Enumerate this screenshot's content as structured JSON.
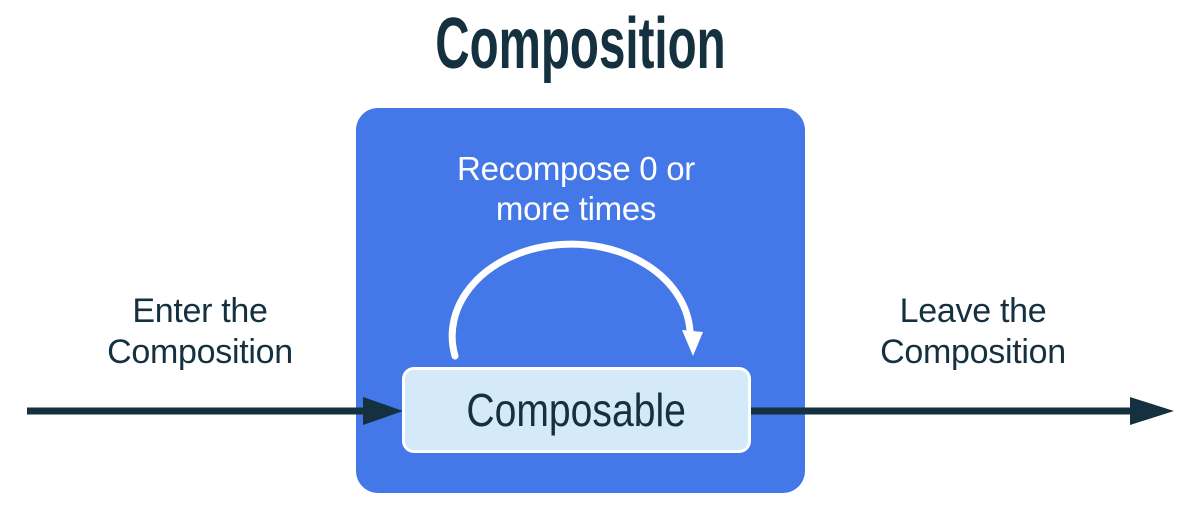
{
  "diagram": {
    "title": "Composition",
    "enter_label": "Enter the\nComposition",
    "leave_label": "Leave the\nComposition",
    "recompose_label": "Recompose 0 or\nmore times",
    "composable_label": "Composable"
  },
  "icons": {
    "enter_arrow": "right-arrow",
    "leave_arrow": "right-arrow",
    "recompose_arc": "clockwise-arc-arrow-down"
  },
  "colors": {
    "background": "#FFFFFF",
    "composition_blue": "#4477E8",
    "composable_fill": "#D4EAFB",
    "composable_border": "#FFFFFF",
    "text_dark": "#15303F",
    "arc_white": "#FFFFFF"
  }
}
